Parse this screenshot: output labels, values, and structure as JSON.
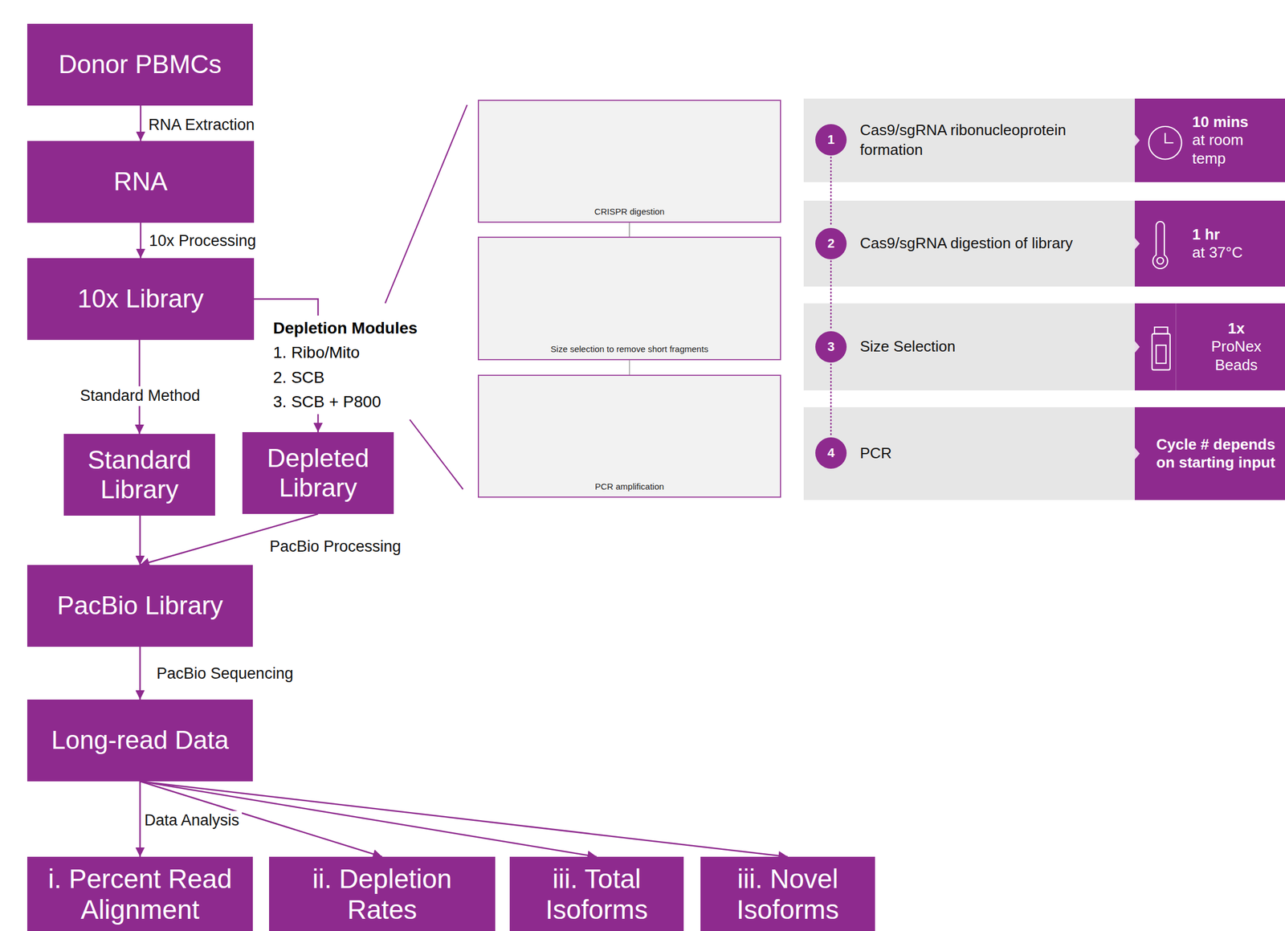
{
  "diagram": {
    "nodes": [
      {
        "text": [
          "Donor PBMCs"
        ]
      },
      {
        "text": [
          "RNA"
        ]
      },
      {
        "text": [
          "10x Library"
        ]
      },
      {
        "text": [
          "Standard Library"
        ]
      },
      {
        "text": [
          "Depleted Library"
        ]
      },
      {
        "text": [
          "PacBio Library"
        ]
      },
      {
        "text": [
          "Long-read Data"
        ]
      },
      {
        "text": [
          "i. Percent Read Alignment"
        ]
      },
      {
        "text": [
          "ii. Depletion Rates"
        ]
      },
      {
        "text": [
          "iii. Total Isoforms"
        ]
      },
      {
        "text": [
          "iii. Novel Isoforms"
        ]
      },
      {
        "text": [
          "CRISPR digestion"
        ]
      },
      {
        "text": [
          "Size selection to remove short fragments"
        ]
      },
      {
        "text": [
          "PCR amplification"
        ]
      },
      {
        "text": [
          "Cas9/sgRNA ribonucleoprotein formation"
        ]
      },
      {
        "text": [
          "1"
        ],
        "in": 14
      },
      {
        "text": [
          "10 mins",
          "at room temp"
        ],
        "in": 14
      },
      {
        "text": [
          "Cas9/sgRNA digestion of library"
        ]
      },
      {
        "text": [
          "2"
        ],
        "in": 17
      },
      {
        "text": [
          "1 hr",
          "at 37°C"
        ],
        "in": 17
      },
      {
        "text": [
          "Size Selection"
        ]
      },
      {
        "text": [
          "3"
        ],
        "in": 20
      },
      {
        "text": [
          "1x",
          "ProNex Beads"
        ],
        "in": 20
      },
      {
        "text": [
          "PCR"
        ]
      },
      {
        "text": [
          "4"
        ],
        "in": 23
      },
      {
        "text": [
          "Cycle # depends on starting input"
        ],
        "in": 23
      }
    ],
    "edges": [
      {
        "from": 0,
        "to": 1,
        "arrow": "to",
        "label": "RNA Extraction"
      },
      {
        "from": 1,
        "to": 2,
        "arrow": "to",
        "label": "10x Processing"
      },
      {
        "from": 2,
        "to": 3,
        "arrow": "to",
        "label": "Standard Method"
      },
      {
        "from": 2,
        "to": 4,
        "arrow": "to"
      },
      {
        "from": 3,
        "to": 5,
        "arrow": "to"
      },
      {
        "from": 4,
        "to": 5,
        "arrow": "to",
        "label": "PacBio Processing"
      },
      {
        "from": 5,
        "to": 6,
        "arrow": "to",
        "label": "PacBio Sequencing"
      },
      {
        "from": 6,
        "to": 7,
        "arrow": "to",
        "label": "Data Analysis"
      },
      {
        "from": 6,
        "to": 8,
        "arrow": "to"
      },
      {
        "from": 6,
        "to": 9,
        "arrow": "to"
      },
      {
        "from": 6,
        "to": 10,
        "arrow": "to"
      },
      {
        "from": 11,
        "to": 12,
        "arrow": "none"
      },
      {
        "from": 12,
        "to": 13,
        "arrow": "none"
      }
    ],
    "labels": [
      "Depletion Modules",
      "1. Ribo/Mito",
      "2. SCB",
      "3. SCB + P800"
    ]
  }
}
